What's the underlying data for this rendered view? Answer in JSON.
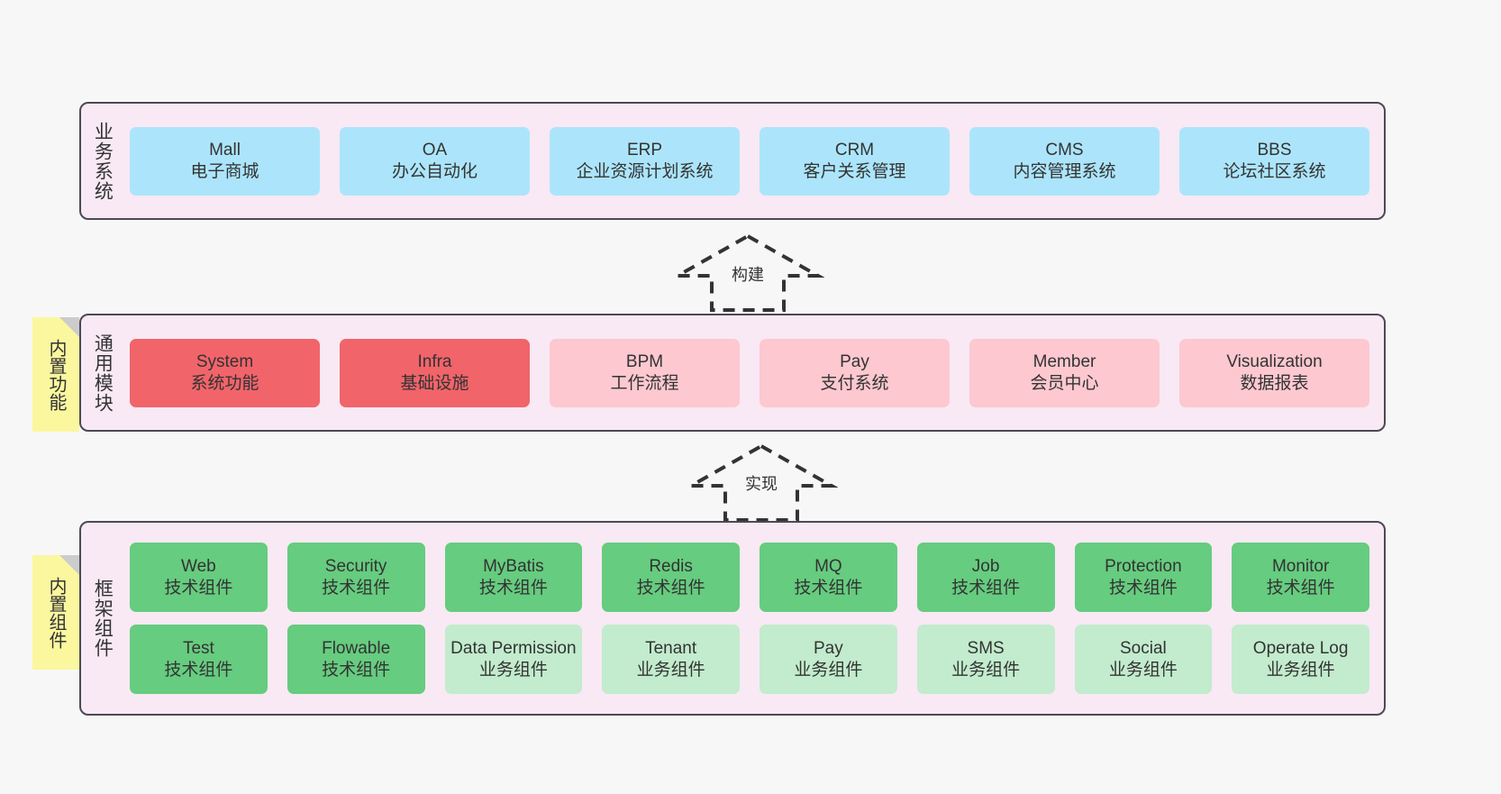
{
  "diagram": {
    "background": "#f7f7f7",
    "panel_bg": "#f8e9f4",
    "panel_border": "#4a4a55",
    "note_bg": "#fbf79f"
  },
  "layers": {
    "business": {
      "label": "业务系统",
      "card_color": "#ace5fb",
      "cards": [
        {
          "title": "Mall",
          "subtitle": "电子商城"
        },
        {
          "title": "OA",
          "subtitle": "办公自动化"
        },
        {
          "title": "ERP",
          "subtitle": "企业资源计划系统"
        },
        {
          "title": "CRM",
          "subtitle": "客户关系管理"
        },
        {
          "title": "CMS",
          "subtitle": "内容管理系统"
        },
        {
          "title": "BBS",
          "subtitle": "论坛社区系统"
        }
      ]
    },
    "common": {
      "label": "通用模块",
      "card_color_strong": "#f1646a",
      "card_color_soft": "#fdc8cf",
      "cards": [
        {
          "title": "System",
          "subtitle": "系统功能"
        },
        {
          "title": "Infra",
          "subtitle": "基础设施"
        },
        {
          "title": "BPM",
          "subtitle": "工作流程"
        },
        {
          "title": "Pay",
          "subtitle": "支付系统"
        },
        {
          "title": "Member",
          "subtitle": "会员中心"
        },
        {
          "title": "Visualization",
          "subtitle": "数据报表"
        }
      ]
    },
    "framework": {
      "label": "框架组件",
      "card_color_tech": "#66cc7f",
      "card_color_biz": "#c2eccd",
      "row1": [
        {
          "title": "Web",
          "subtitle": "技术组件"
        },
        {
          "title": "Security",
          "subtitle": "技术组件"
        },
        {
          "title": "MyBatis",
          "subtitle": "技术组件"
        },
        {
          "title": "Redis",
          "subtitle": "技术组件"
        },
        {
          "title": "MQ",
          "subtitle": "技术组件"
        },
        {
          "title": "Job",
          "subtitle": "技术组件"
        },
        {
          "title": "Protection",
          "subtitle": "技术组件"
        },
        {
          "title": "Monitor",
          "subtitle": "技术组件"
        }
      ],
      "row2": [
        {
          "title": "Test",
          "subtitle": "技术组件"
        },
        {
          "title": "Flowable",
          "subtitle": "技术组件"
        },
        {
          "title": "Data Permission",
          "subtitle": "业务组件"
        },
        {
          "title": "Tenant",
          "subtitle": "业务组件"
        },
        {
          "title": "Pay",
          "subtitle": "业务组件"
        },
        {
          "title": "SMS",
          "subtitle": "业务组件"
        },
        {
          "title": "Social",
          "subtitle": "业务组件"
        },
        {
          "title": "Operate Log",
          "subtitle": "业务组件"
        }
      ]
    }
  },
  "notes": [
    {
      "text": "内置功能"
    },
    {
      "text": "内置组件"
    }
  ],
  "arrows": [
    {
      "label": "构建",
      "direction": "up"
    },
    {
      "label": "实现",
      "direction": "up"
    }
  ]
}
